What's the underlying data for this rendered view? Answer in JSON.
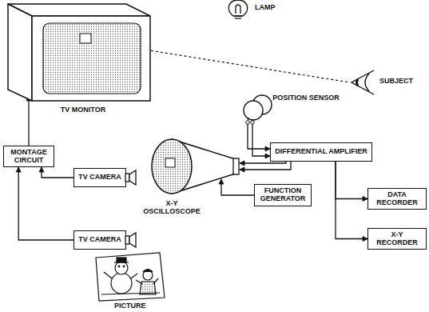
{
  "diagram": {
    "nodes": [
      {
        "text": [
          "TV MONITOR"
        ]
      },
      {
        "text": [
          "POSITION SENSOR"
        ]
      },
      {
        "text": [
          "DIFFERENTIAL AMPLIFIER"
        ]
      },
      {
        "text": [
          "MONTAGE CIRCUIT"
        ]
      },
      {
        "text": [
          "X-Y OSCILLOSCOPE"
        ]
      },
      {
        "text": [
          "TV CAMERA"
        ]
      },
      {
        "text": [
          "FUNCTION GENERATOR"
        ]
      },
      {
        "text": [
          "DATA RECORDER"
        ]
      },
      {
        "text": [
          "TV CAMERA"
        ]
      },
      {
        "text": [
          "X-Y RECORDER"
        ]
      }
    ],
    "edges": [
      {
        "from": 3,
        "to": 0,
        "arrow": "to"
      },
      {
        "from": 5,
        "to": 3,
        "arrow": "to"
      },
      {
        "from": 8,
        "to": 3,
        "arrow": "to"
      },
      {
        "from": 1,
        "to": 2,
        "arrow": "to"
      },
      {
        "from": 2,
        "to": 4,
        "arrow": "to"
      },
      {
        "from": 6,
        "to": 4,
        "arrow": "to"
      },
      {
        "from": 2,
        "to": 7,
        "arrow": "to"
      },
      {
        "from": 2,
        "to": 9,
        "arrow": "to"
      }
    ],
    "labels": [
      "LAMP",
      "SUBJECT",
      "PICTURE"
    ]
  }
}
